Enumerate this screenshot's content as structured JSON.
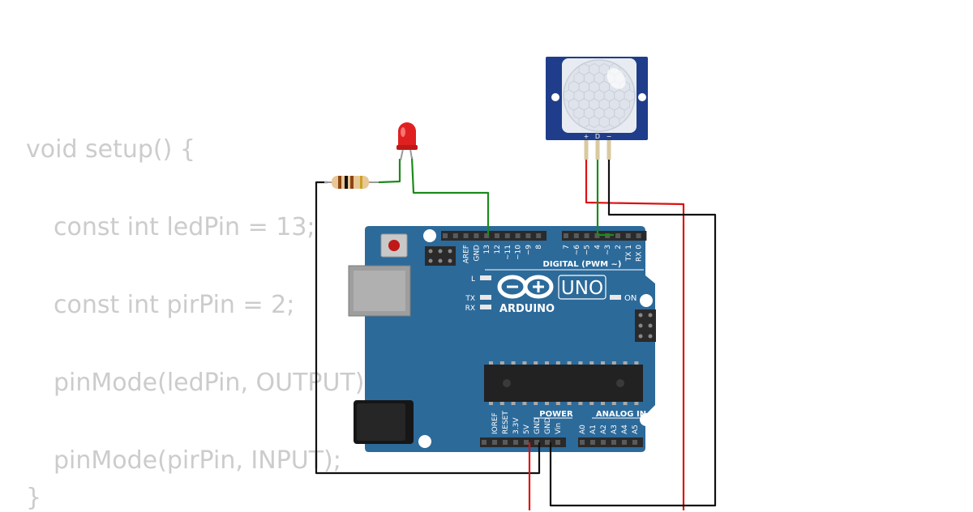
{
  "code": {
    "lines": [
      "void setup() {",
      "const int ledPin = 13;",
      "const int pirPin = 2;",
      "pinMode(ledPin, OUTPUT);",
      "pinMode(pirPin, INPUT);",
      "}"
    ]
  },
  "board": {
    "brand": "ARDUINO",
    "model": "UNO",
    "on_label": "ON",
    "l_label": "L",
    "tx_label": "TX",
    "rx_label": "RX",
    "digital_label": "DIGITAL (PWM ~)",
    "power_label": "POWER",
    "analog_label": "ANALOG IN",
    "digital_pins": [
      "AREF",
      "GND",
      "13",
      "12",
      "~11",
      "~10",
      "~9",
      "8",
      "7",
      "~6",
      "~5",
      "4",
      "~3",
      "2",
      "TX 1",
      "RX 0"
    ],
    "power_pins": [
      "IOREF",
      "RESET",
      "3.3V",
      "5V",
      "GND",
      "GND",
      "Vin"
    ],
    "analog_pins": [
      "A0",
      "A1",
      "A2",
      "A3",
      "A4",
      "A5"
    ]
  },
  "pir": {
    "pin_plus": "+",
    "pin_d": "D",
    "pin_minus": "−"
  },
  "colors": {
    "board": "#2c6a9a",
    "wire_green": "#1c8a1c",
    "wire_red": "#dd1111",
    "wire_black": "#111111",
    "led": "#e02020",
    "pir_base": "#1f3d8a",
    "code_text": "#cccccc"
  }
}
